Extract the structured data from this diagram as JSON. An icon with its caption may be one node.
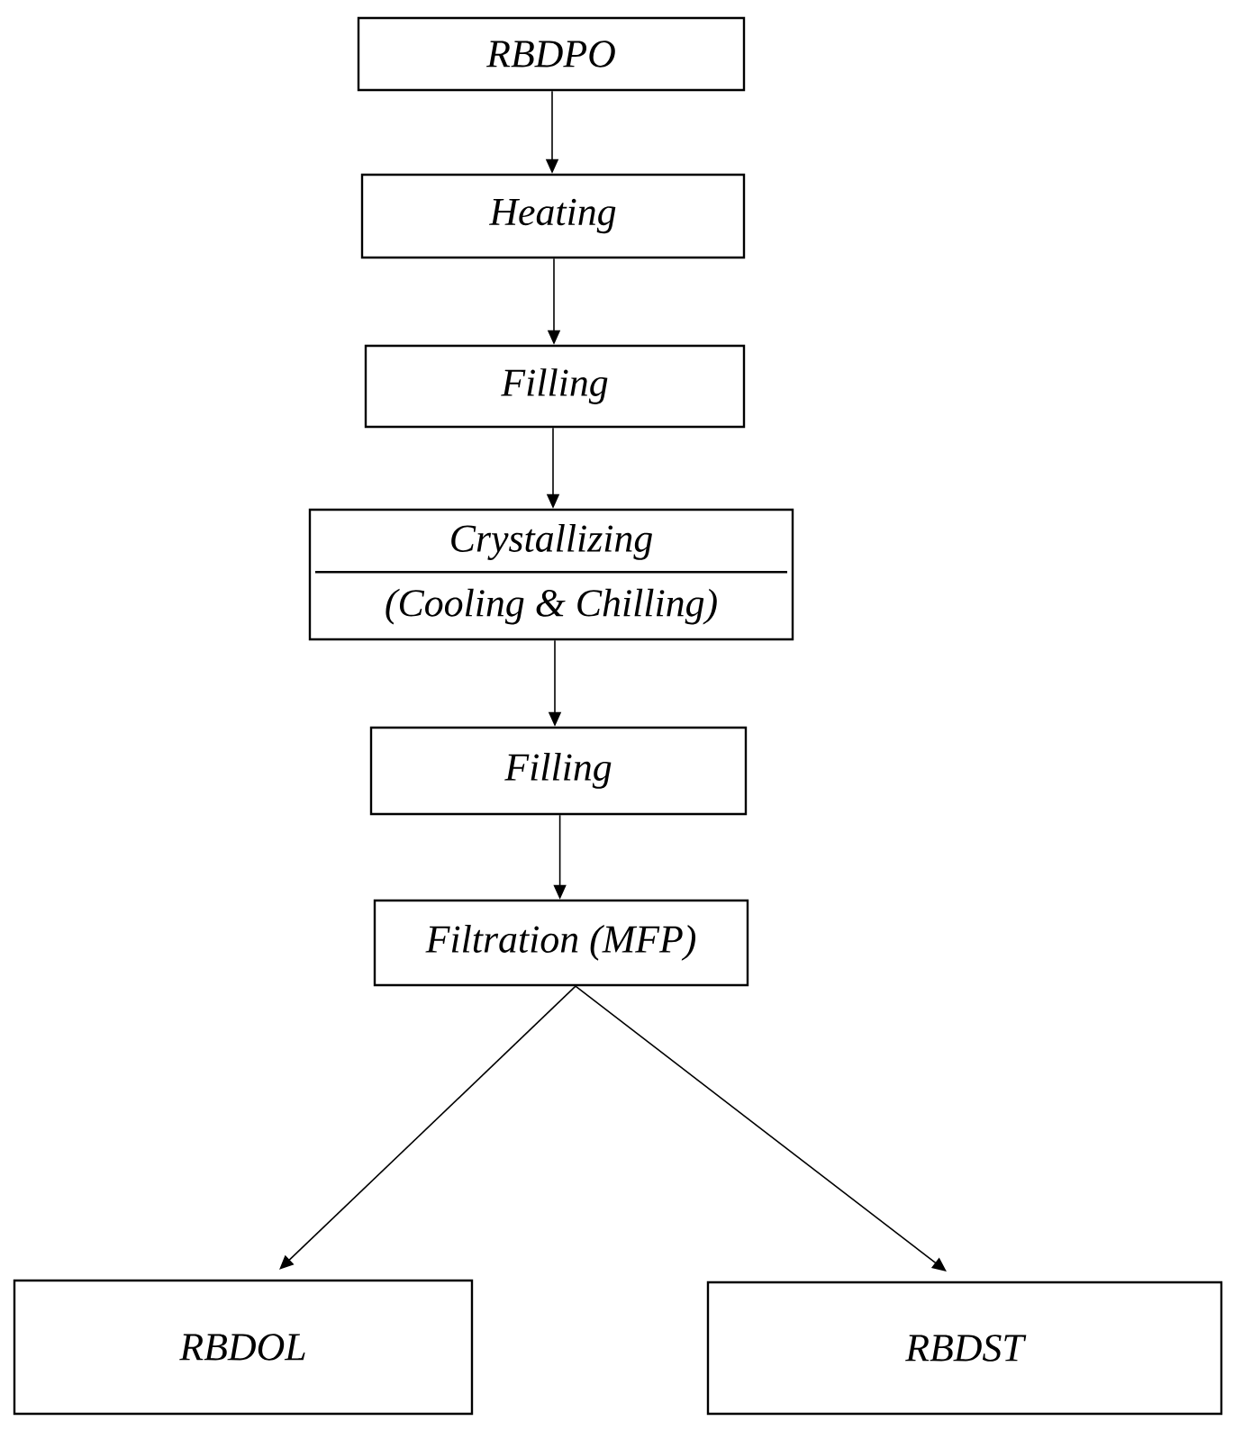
{
  "diagram": {
    "nodes": [
      {
        "text": [
          "RBDPO"
        ]
      },
      {
        "text": [
          "Heating"
        ]
      },
      {
        "text": [
          "Filling"
        ]
      },
      {
        "text": [
          "Crystallizing",
          "(Cooling & Chilling)"
        ]
      },
      {
        "text": [
          "Filling"
        ]
      },
      {
        "text": [
          "Filtration (MFP)"
        ]
      },
      {
        "text": [
          "RBDOL"
        ]
      },
      {
        "text": [
          "RBDST"
        ]
      }
    ],
    "edges": [
      {
        "from": 0,
        "to": 1,
        "arrow": "to"
      },
      {
        "from": 1,
        "to": 2,
        "arrow": "to"
      },
      {
        "from": 2,
        "to": 3,
        "arrow": "to"
      },
      {
        "from": 3,
        "to": 4,
        "arrow": "to"
      },
      {
        "from": 4,
        "to": 5,
        "arrow": "to"
      },
      {
        "from": 5,
        "to": 6,
        "arrow": "to"
      },
      {
        "from": 5,
        "to": 7,
        "arrow": "to"
      }
    ]
  }
}
